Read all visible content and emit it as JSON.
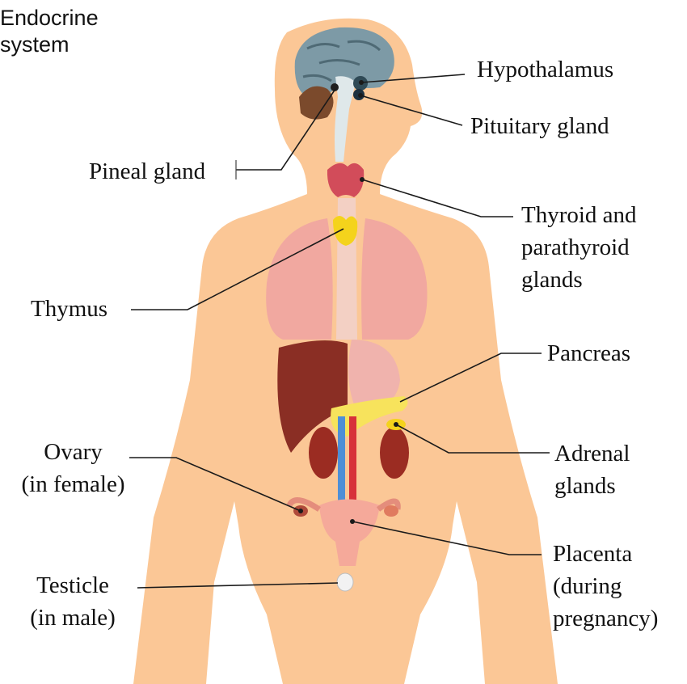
{
  "title_lines": [
    "Endocrine",
    "system"
  ],
  "labels": {
    "hypothalamus": [
      "Hypothalamus"
    ],
    "pituitary": [
      "Pituitary gland"
    ],
    "pineal": [
      "Pineal gland"
    ],
    "thyroid": [
      "Thyroid and",
      "parathyroid",
      "glands"
    ],
    "thymus": [
      "Thymus"
    ],
    "pancreas": [
      "Pancreas"
    ],
    "adrenal": [
      "Adrenal",
      "glands"
    ],
    "ovary": [
      "Ovary",
      "(in female)"
    ],
    "placenta": [
      "Placenta",
      "(during",
      "pregnancy)"
    ],
    "testicle": [
      "Testicle",
      "(in male)"
    ]
  },
  "colors": {
    "skin": "#fbc796",
    "brain": "#7d9aa6",
    "thyroid": "#d24c5a",
    "thymus": "#f4d31c",
    "lungs": "#f1a8a0",
    "liver": "#8a2e24",
    "uterus": "#f5a99a",
    "leader": "#1a1a1a"
  }
}
